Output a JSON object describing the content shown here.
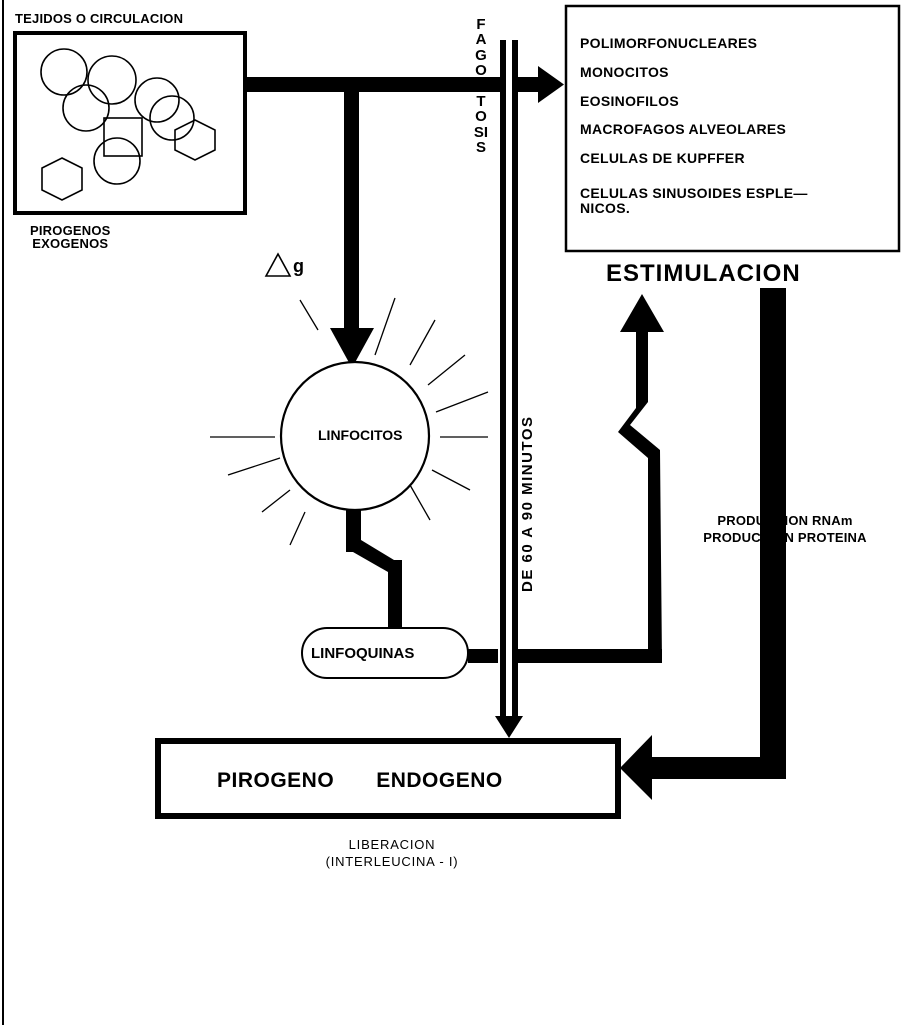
{
  "source_box": {
    "title": "TEJIDOS O CIRCULACION",
    "caption_line1": "PIROGENOS",
    "caption_line2": "EXOGENOS"
  },
  "delta_label": "△g",
  "fagocitosis_label": "FAGOCITOSIS",
  "cells_box": {
    "items": [
      "POLIMORFONUCLEARES",
      "MONOCITOS",
      "EOSINOFILOS",
      "MACROFAGOS  ALVEOLARES",
      "CELULAS  DE  KUPFFER",
      "CELULAS  SINUSOIDES  ESPLE—",
      "NICOS."
    ]
  },
  "estimulacion_label": "ESTIMULACION",
  "linfocitos_label": "LINFOCITOS",
  "linfoquinas_label": "LINFOQUINAS",
  "time_label": "DE  60  A  90  MINUTOS",
  "produccion": {
    "line1": "PRODUCCION  RNAm",
    "line2": "PRODUCCION  PROTEINA"
  },
  "pirogeno_box": {
    "word1": "PIROGENO",
    "word2": "ENDOGENO"
  },
  "liberacion": {
    "line1": "LIBERACION",
    "line2": "(INTERLEUCINA - I)"
  }
}
